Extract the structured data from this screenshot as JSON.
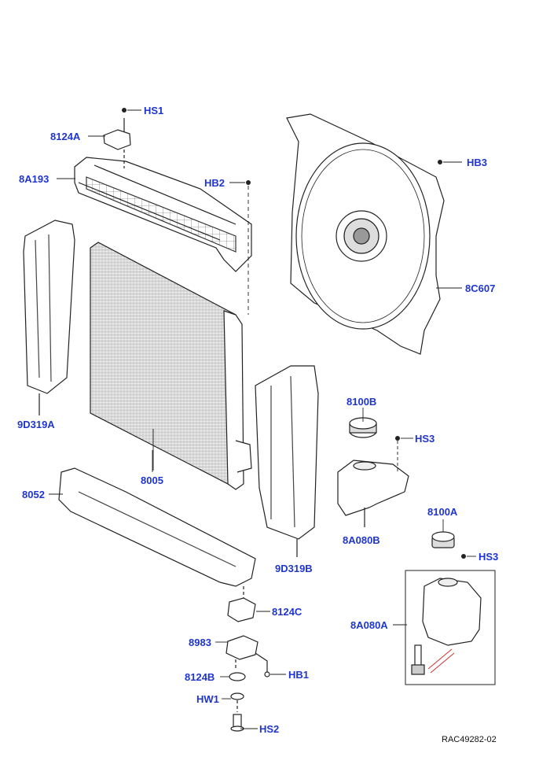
{
  "diagram": {
    "reference": "RAC49282-02",
    "callouts": {
      "hs1": "HS1",
      "a8124": "8124A",
      "a8193": "8A193",
      "hb2": "HB2",
      "hb3": "HB3",
      "c8607": "8C607",
      "d9319a": "9D319A",
      "p8005": "8005",
      "p8052": "8052",
      "b8100": "8100B",
      "hs3_top": "HS3",
      "b8080": "8A080B",
      "d9319b": "9D319B",
      "a8100": "8100A",
      "hs3_bottom": "HS3",
      "a8080": "8A080A",
      "c8124": "8124C",
      "p8983": "8983",
      "b8124": "8124B",
      "hb1": "HB1",
      "hw1": "HW1",
      "hs2": "HS2"
    }
  }
}
